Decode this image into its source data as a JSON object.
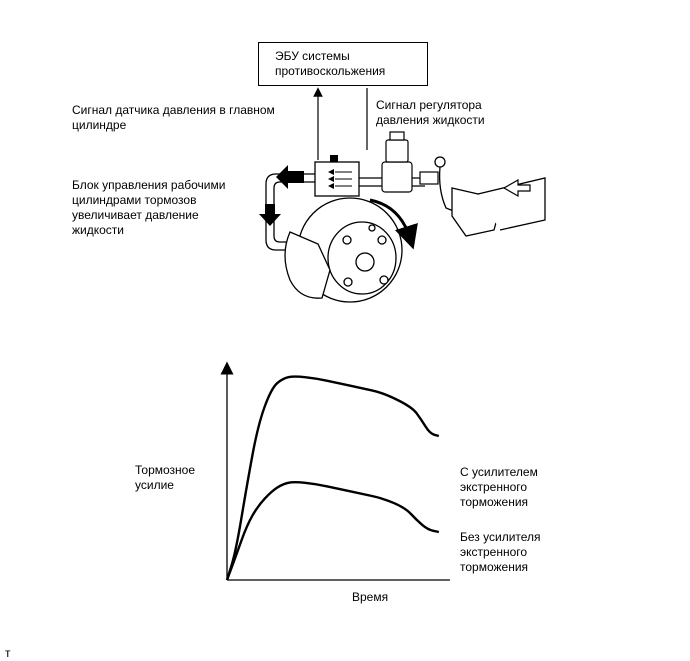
{
  "diagram": {
    "ecu_box": "ЭБУ системы\nпротивоскольжения",
    "master_cylinder_signal": "Сигнал датчика давления в главном\nцилиндре",
    "pressure_regulator_signal": "Сигнал регулятора\nдавления жидкости",
    "actuator_label": "Блок управления рабочими\nцилиндрами тормозов\nувеличивает давление\nжидкости"
  },
  "chart_data": {
    "type": "line",
    "ylabel": "Тормозное\nусилие",
    "xlabel": "Время",
    "series": [
      {
        "name": "С усилителем\nэкстренного\nторможения",
        "x": [
          0,
          0.04,
          0.09,
          0.14,
          0.2,
          0.25,
          0.3,
          0.4,
          0.5,
          0.6,
          0.7,
          0.83,
          0.87,
          0.91,
          0.95
        ],
        "y": [
          0,
          0.12,
          0.4,
          0.65,
          0.8,
          0.84,
          0.85,
          0.84,
          0.82,
          0.8,
          0.78,
          0.72,
          0.67,
          0.61,
          0.6
        ]
      },
      {
        "name": "Без усилителя\nэкстренного\nторможения",
        "x": [
          0,
          0.04,
          0.09,
          0.14,
          0.2,
          0.25,
          0.3,
          0.4,
          0.5,
          0.6,
          0.7,
          0.8,
          0.85,
          0.9,
          0.95
        ],
        "y": [
          0,
          0.1,
          0.23,
          0.31,
          0.37,
          0.4,
          0.41,
          0.4,
          0.38,
          0.36,
          0.34,
          0.3,
          0.25,
          0.21,
          0.2
        ]
      }
    ]
  },
  "footer": {
    "mark": "т"
  }
}
